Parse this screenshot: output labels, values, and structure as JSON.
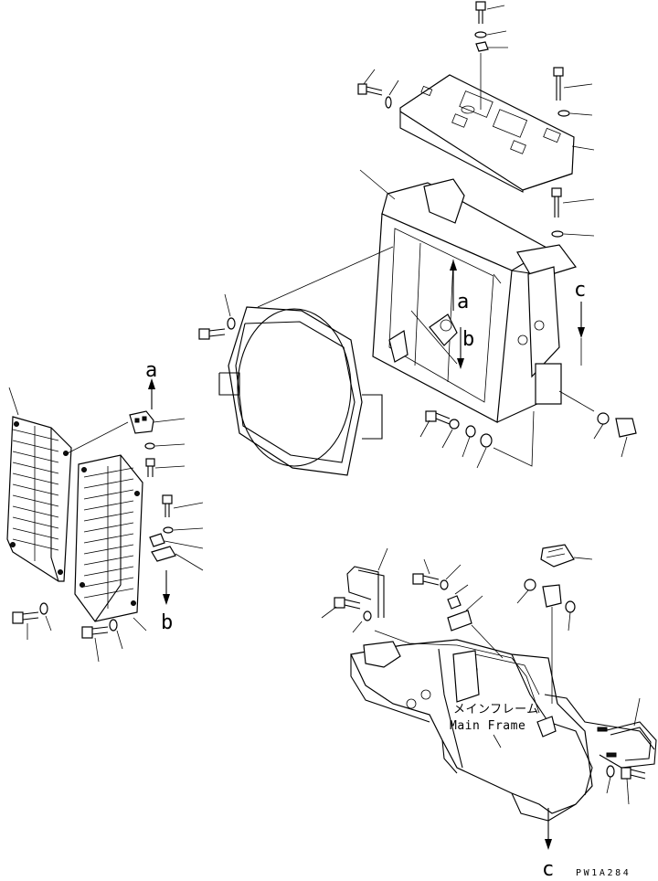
{
  "diagram": {
    "drawing_code": "PW1A284",
    "callouts": {
      "arrow_a": "a",
      "arrow_b": "b",
      "arrow_c": "c"
    },
    "main_frame_label": {
      "japanese": "メインフレーム",
      "english": "Main Frame"
    }
  }
}
